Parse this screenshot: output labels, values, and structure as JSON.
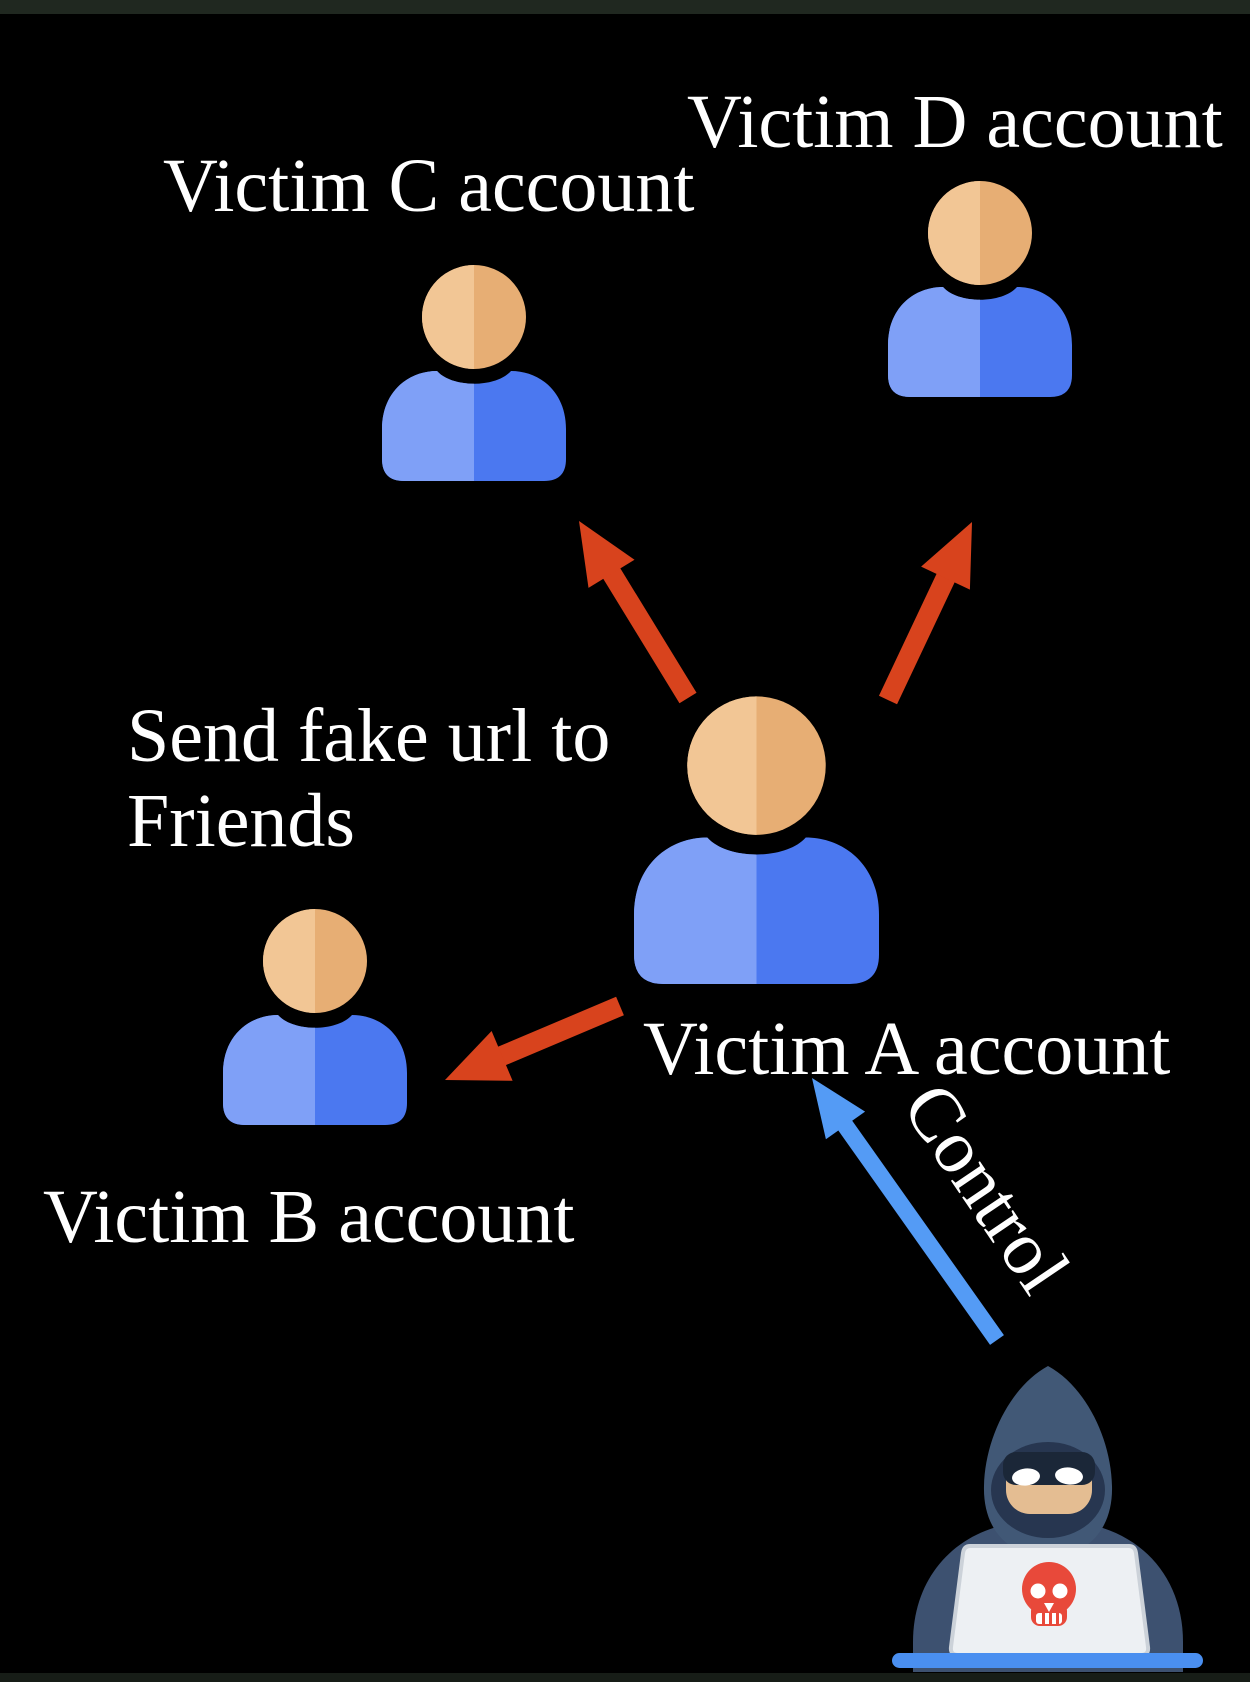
{
  "labels": {
    "victim_c": "Victim C account",
    "victim_d": "Victim D account",
    "victim_a": "Victim A account",
    "victim_b": "Victim B account",
    "send_fake_line1": "Send fake url to",
    "send_fake_line2": "Friends",
    "control": "Control"
  },
  "colors": {
    "background": "#000000",
    "top_strip": "#202820",
    "bottom_strip": "#171d17",
    "text": "#ffffff",
    "red_arrow": "#d8431d",
    "blue_arrow": "#549bf5",
    "person_body_light": "#7fa0f7",
    "person_body_dark": "#4b78f0",
    "person_skin_light": "#f2c695",
    "person_skin_dark": "#e7ae74",
    "hacker_hood": "#415876",
    "hacker_body": "#3d5170",
    "hacker_hood_inner": "#273650",
    "hacker_mask": "#1b2738",
    "hacker_face": "#e4bd92",
    "laptop": "#edf0f3",
    "laptop_edge": "#ccd2d9",
    "skull": "#e8493a",
    "desk_bar": "#4a8ff0"
  },
  "icons": {
    "victim_a": "person-icon",
    "victim_b": "person-icon",
    "victim_c": "person-icon",
    "victim_d": "person-icon",
    "hacker": "hooded-hacker-laptop-skull-icon",
    "red_arrows": "attack-spread-arrow",
    "blue_arrow": "control-arrow"
  }
}
